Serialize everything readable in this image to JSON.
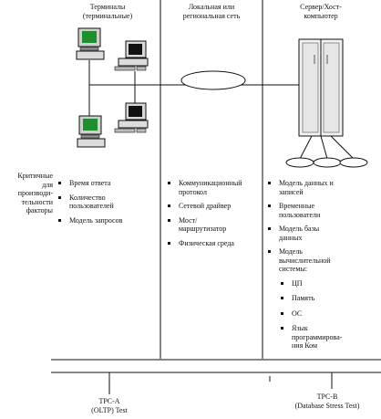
{
  "columns": {
    "terminals_title": "Терминалы\n(терминальные)",
    "network_title": "Локальная или\nрегиональная сеть",
    "server_title": "Сервер/Хост-\nкомпьютер"
  },
  "criteria_label": "Критичные\nдля\nпроизводи-\nтельности\nфакторы",
  "terminal_factors": [
    "Время ответа",
    "Количество\nпользователей",
    "Модель запросов"
  ],
  "network_factors": [
    "Коммуникационный\nпротокол",
    "Сетевой драйвер",
    "Мост/\nмаршрутизатор",
    "Физическая среда"
  ],
  "server_factors": [
    "Модель данных и\nзаписей",
    "Временные\nпользователи",
    "Модель базы\nданных",
    "Модель\nвычислительной\nсистемы:"
  ],
  "server_subfactors": [
    "ЦП",
    "Память",
    "ОС",
    "Язык\nпрограммирова-\nния Ком"
  ],
  "tests": {
    "tpc_a": "TPC-A\n(OLTP) Test",
    "tpc_b": "TPC-B\n(Database Stress Test)"
  }
}
